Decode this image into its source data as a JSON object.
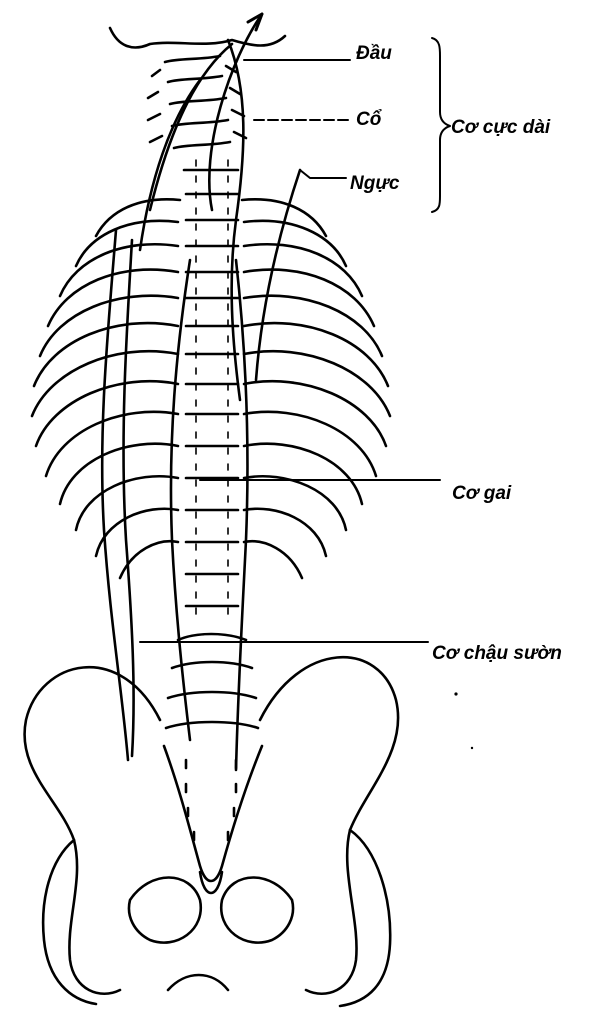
{
  "labels": {
    "dau": "Đầu",
    "co": "Cổ",
    "nguc": "Ngực",
    "co_cuc_dai": "Cơ cực dài",
    "co_gai": "Cơ gai",
    "co_chau_suon": "Cơ chậu sườn"
  },
  "colors": {
    "ink": "#000000",
    "background": "#ffffff"
  }
}
